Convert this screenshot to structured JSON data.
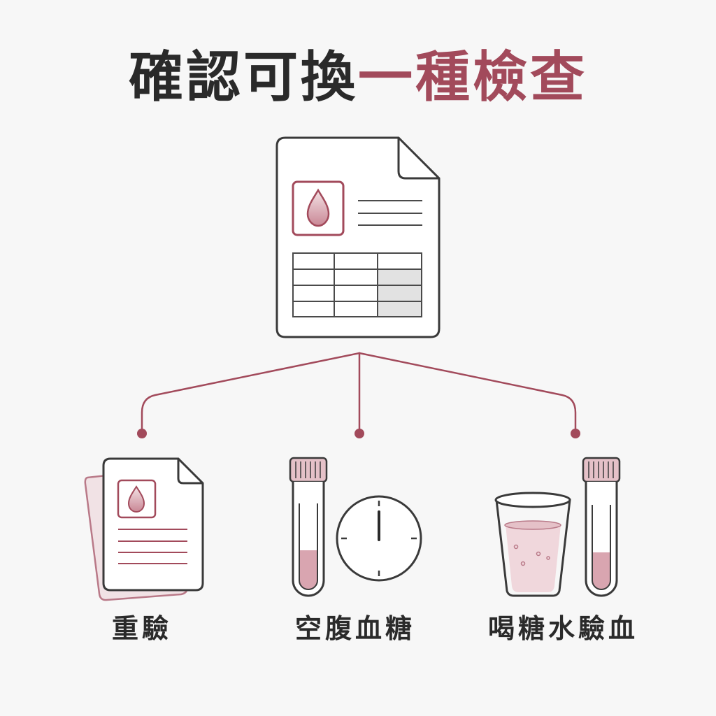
{
  "title": {
    "part1": "確認可換",
    "part2": "一種檢查"
  },
  "colors": {
    "accent": "#a24a5b",
    "ink": "#2a2a2a",
    "fill_pink": "#e5c1c8",
    "fill_gray": "#e2e2e2",
    "background": "#f7f7f7"
  },
  "options": [
    {
      "label": "重驗",
      "icon": "retest-document-icon"
    },
    {
      "label": "空腹血糖",
      "icon": "fasting-blood-glucose-icon"
    },
    {
      "label": "喝糖水驗血",
      "icon": "glucose-drink-blood-test-icon"
    }
  ]
}
